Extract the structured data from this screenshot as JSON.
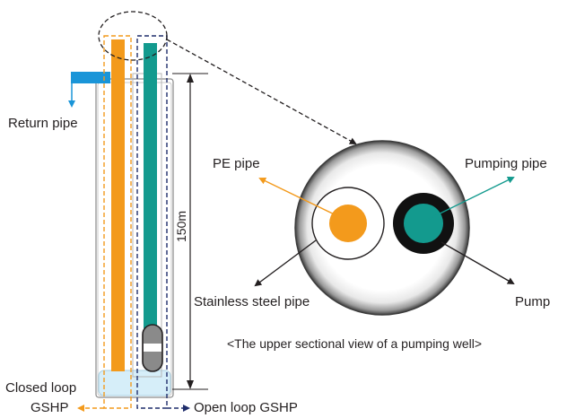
{
  "labels": {
    "return_pipe": "Return pipe",
    "depth": "150m",
    "pe_pipe": "PE pipe",
    "pumping_pipe": "Pumping pipe",
    "stainless_steel_pipe": "Stainless steel pipe",
    "pump": "Pump",
    "caption": "<The upper sectional view of a pumping well>",
    "closed_loop_line1": "Closed loop",
    "closed_loop_line2": "GSHP",
    "open_loop": "Open loop GSHP"
  },
  "colors": {
    "pe_pipe": "#f39a1c",
    "pumping_pipe": "#139a8e",
    "return_pipe": "#1a95d8",
    "well_water": "#d6eef9",
    "closed_loop_dash": "#f39a1c",
    "open_loop_dash": "#1f2d6b",
    "pump_casing": "#111111",
    "outline": "#231f20"
  }
}
